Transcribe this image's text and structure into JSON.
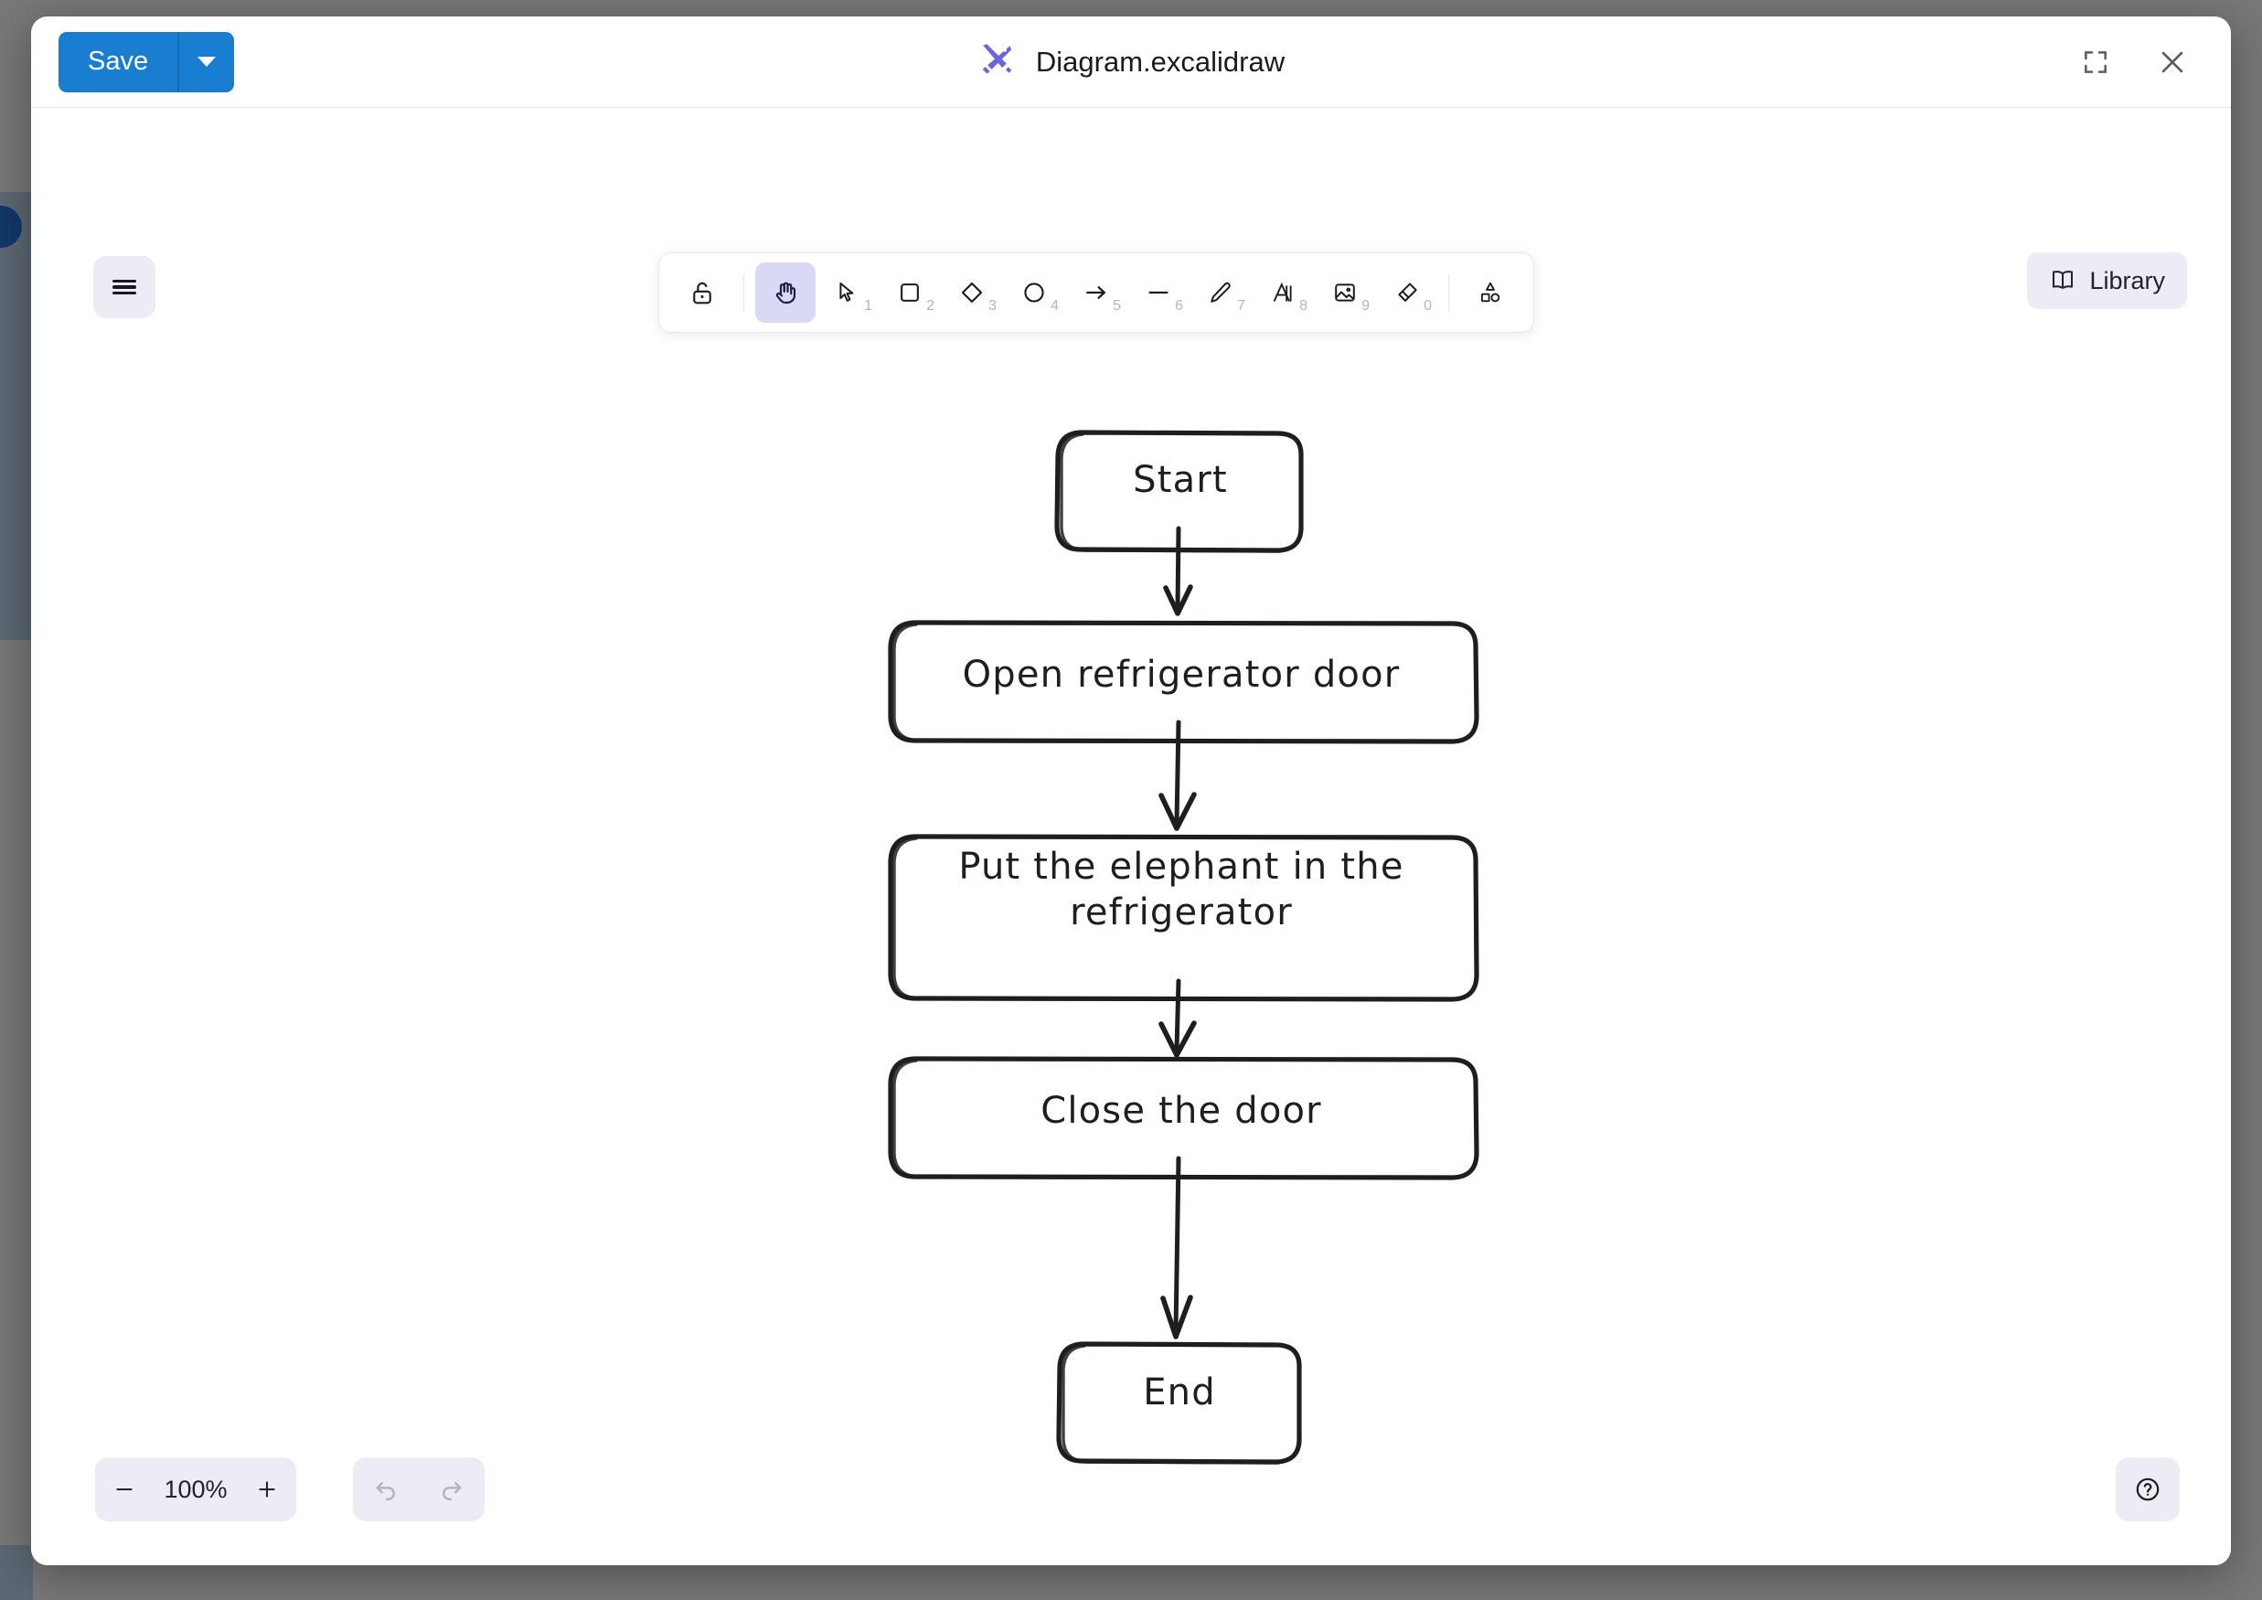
{
  "window": {
    "title": "Diagram.excalidraw",
    "logo_icon": "excalidraw-logo-icon",
    "save_label": "Save",
    "save_dropdown_icon": "chevron-down-icon",
    "fullscreen_icon": "fullscreen-icon",
    "close_icon": "close-icon",
    "accent_color": "#1a7ed0",
    "logo_color": "#6965db"
  },
  "canvas": {
    "menu_icon": "hamburger-menu-icon",
    "library_label": "Library",
    "library_icon": "book-icon"
  },
  "toolbar": {
    "active_tool": "hand",
    "tools": [
      {
        "name": "lock-icon",
        "label": "Keep selected tool active after drawing",
        "shortcut": "",
        "active": false
      },
      {
        "name": "hand-icon",
        "label": "Hand (panning tool)",
        "shortcut": "",
        "active": true
      },
      {
        "name": "selection-icon",
        "label": "Selection",
        "shortcut": "1",
        "active": false
      },
      {
        "name": "rectangle-icon",
        "label": "Rectangle",
        "shortcut": "2",
        "active": false
      },
      {
        "name": "diamond-icon",
        "label": "Diamond",
        "shortcut": "3",
        "active": false
      },
      {
        "name": "ellipse-icon",
        "label": "Ellipse",
        "shortcut": "4",
        "active": false
      },
      {
        "name": "arrow-icon",
        "label": "Arrow",
        "shortcut": "5",
        "active": false
      },
      {
        "name": "line-icon",
        "label": "Line",
        "shortcut": "6",
        "active": false
      },
      {
        "name": "draw-icon",
        "label": "Draw",
        "shortcut": "7",
        "active": false
      },
      {
        "name": "text-icon",
        "label": "Text",
        "shortcut": "8",
        "active": false
      },
      {
        "name": "image-icon",
        "label": "Insert image",
        "shortcut": "9",
        "active": false
      },
      {
        "name": "eraser-icon",
        "label": "Eraser",
        "shortcut": "0",
        "active": false
      },
      {
        "name": "shapes-icon",
        "label": "More tools",
        "shortcut": "",
        "active": false
      }
    ]
  },
  "footer": {
    "zoom_out_icon": "minus-icon",
    "zoom_value": "100%",
    "zoom_in_icon": "plus-icon",
    "undo_icon": "undo-icon",
    "redo_icon": "redo-icon",
    "undo_enabled": false,
    "redo_enabled": false,
    "help_icon": "question-mark-icon",
    "help_label": "Help"
  },
  "diagram": {
    "type": "flowchart",
    "style": "hand-drawn",
    "stroke_color": "#1e1e1e",
    "fill_color": "#ffffff",
    "nodes": [
      {
        "id": "start",
        "label": "Start",
        "shape": "rounded-rectangle"
      },
      {
        "id": "open",
        "label": "Open refrigerator door",
        "shape": "rounded-rectangle"
      },
      {
        "id": "put",
        "label": "Put the elephant in the refrigerator",
        "shape": "rounded-rectangle"
      },
      {
        "id": "close",
        "label": "Close the door",
        "shape": "rounded-rectangle"
      },
      {
        "id": "end",
        "label": "End",
        "shape": "rounded-rectangle"
      }
    ],
    "edges": [
      {
        "from": "start",
        "to": "open"
      },
      {
        "from": "open",
        "to": "put"
      },
      {
        "from": "put",
        "to": "close"
      },
      {
        "from": "close",
        "to": "end"
      }
    ]
  }
}
